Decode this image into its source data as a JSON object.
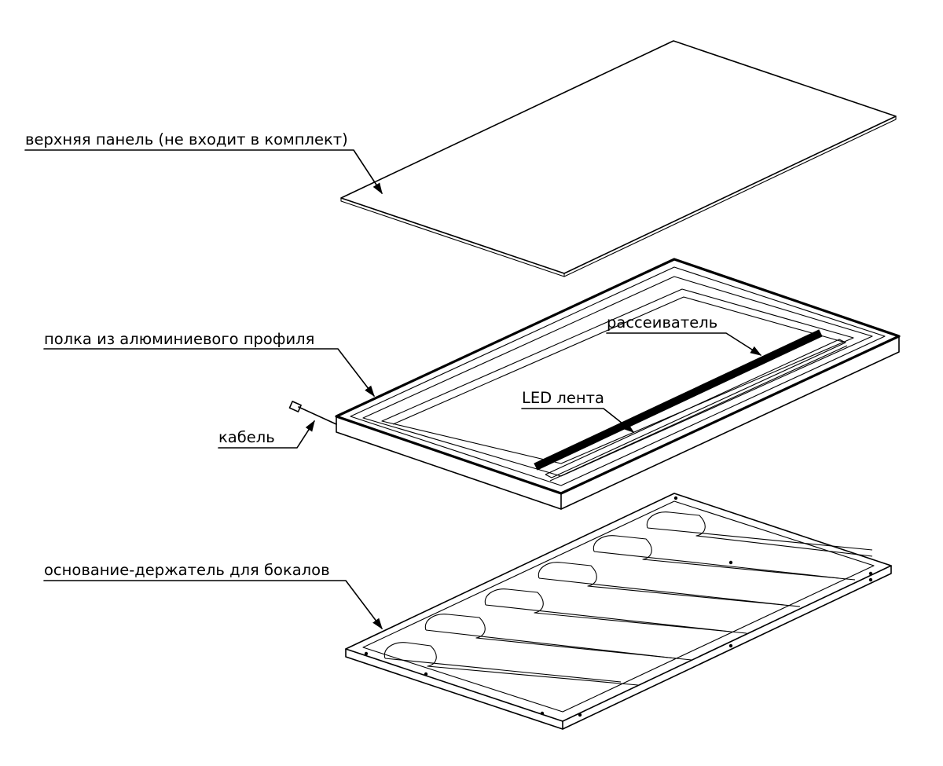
{
  "labels": {
    "top_panel": "верхняя панель (не входит в комплект)",
    "shelf": "полка из алюминиевого профиля",
    "diffuser": "рассеиватель",
    "led_strip": "LED лента",
    "cable": "кабель",
    "base": "основание-держатель для бокалов"
  }
}
